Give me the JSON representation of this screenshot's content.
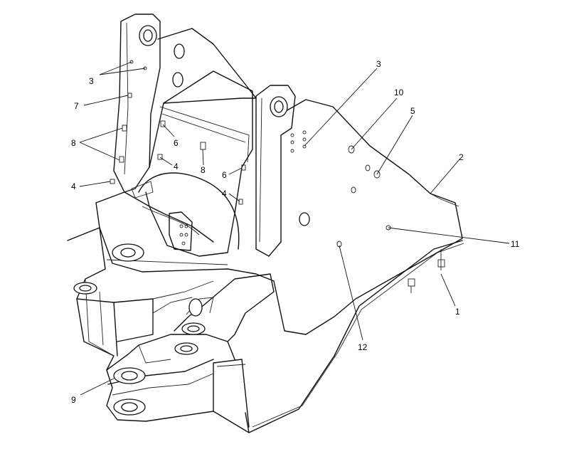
{
  "callouts": [
    {
      "id": "c3a",
      "text": "3"
    },
    {
      "id": "c7",
      "text": "7"
    },
    {
      "id": "c8a",
      "text": "8"
    },
    {
      "id": "c4a",
      "text": "4"
    },
    {
      "id": "c6a",
      "text": "6"
    },
    {
      "id": "c4b",
      "text": "4"
    },
    {
      "id": "c8b",
      "text": "8"
    },
    {
      "id": "c6b",
      "text": "6"
    },
    {
      "id": "c4c",
      "text": "4"
    },
    {
      "id": "c3b",
      "text": "3"
    },
    {
      "id": "c10",
      "text": "10"
    },
    {
      "id": "c5",
      "text": "5"
    },
    {
      "id": "c2",
      "text": "2"
    },
    {
      "id": "c11",
      "text": "11"
    },
    {
      "id": "c1",
      "text": "1"
    },
    {
      "id": "c12",
      "text": "12"
    },
    {
      "id": "c9",
      "text": "9"
    }
  ]
}
